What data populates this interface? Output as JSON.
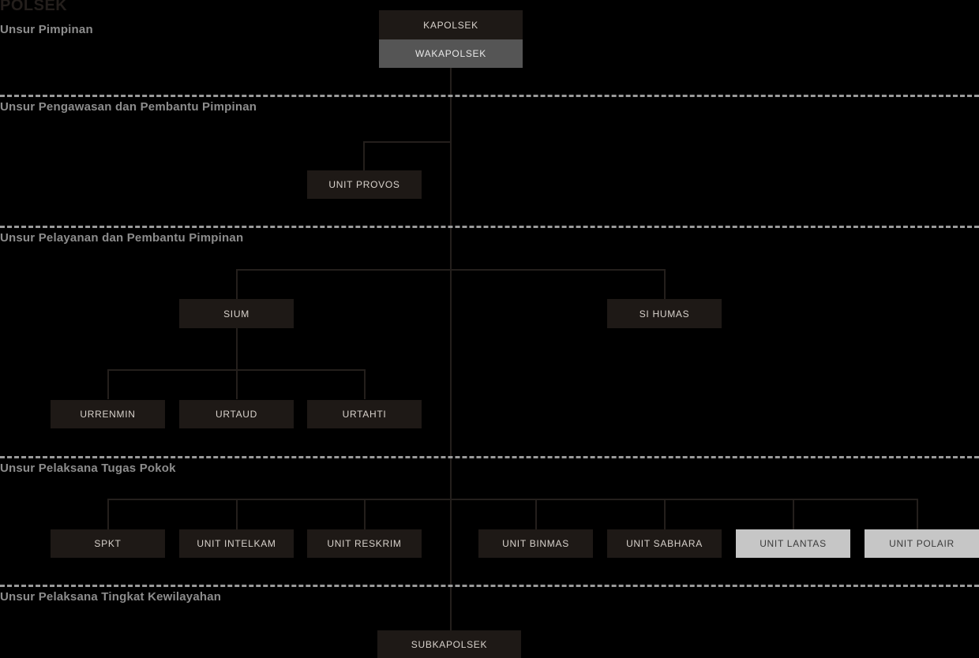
{
  "chart_data": {
    "type": "diagram",
    "title": "POLSEK",
    "subtitle": "Unsur Pimpinan",
    "diagram_kind": "organizational-chart",
    "colors": {
      "background": "#000000",
      "node_dark": "#1e1916",
      "node_medium": "#555555",
      "node_light": "#c6c6c6",
      "line": "#241f1c",
      "section_label": "#8d8d8d",
      "title": "#241f1c"
    },
    "sections": [
      {
        "label": "Unsur Pimpinan",
        "nodes": [
          "KAPOLSEK",
          "WAKAPOLSEK"
        ]
      },
      {
        "label": "Unsur Pengawasan dan Pembantu Pimpinan",
        "nodes": [
          "UNIT PROVOS"
        ]
      },
      {
        "label": "Unsur Pelayanan dan Pembantu Pimpinan",
        "nodes": [
          "SIUM",
          "SI HUMAS",
          "URRENMIN",
          "URTAUD",
          "URTAHTI"
        ]
      },
      {
        "label": "Unsur Pelaksana Tugas Pokok",
        "nodes": [
          "SPKT",
          "UNIT INTELKAM",
          "UNIT RESKRIM",
          "UNIT BINMAS",
          "UNIT SABHARA",
          "UNIT LANTAS",
          "UNIT POLAIR"
        ]
      },
      {
        "label": "Unsur Pelaksana Tingkat Kewilayahan",
        "nodes": [
          "SUBKAPOLSEK"
        ]
      }
    ]
  },
  "header": {
    "title": "POLSEK"
  },
  "sections": {
    "pimpinan": "Unsur Pimpinan",
    "pengawasan": "Unsur Pengawasan dan Pembantu Pimpinan",
    "pelayanan": "Unsur Pelayanan dan Pembantu Pimpinan",
    "pelaksana_pokok": "Unsur Pelaksana Tugas Pokok",
    "kewilayahan": "Unsur Pelaksana Tingkat Kewilayahan"
  },
  "nodes": {
    "kapolsek": "KAPOLSEK",
    "wakapolsek": "WAKAPOLSEK",
    "unit_provos": "UNIT PROVOS",
    "sium": "SIUM",
    "si_humas": "SI HUMAS",
    "urrenmin": "URRENMIN",
    "urtaud": "URTAUD",
    "urtahti": "URTAHTI",
    "spkt": "SPKT",
    "unit_intelkam": "UNIT INTELKAM",
    "unit_reskrim": "UNIT RESKRIM",
    "unit_binmas": "UNIT BINMAS",
    "unit_sabhara": "UNIT SABHARA",
    "unit_lantas": "UNIT LANTAS",
    "unit_polair": "UNIT POLAIR",
    "subkapolsek": "SUBKAPOLSEK"
  }
}
